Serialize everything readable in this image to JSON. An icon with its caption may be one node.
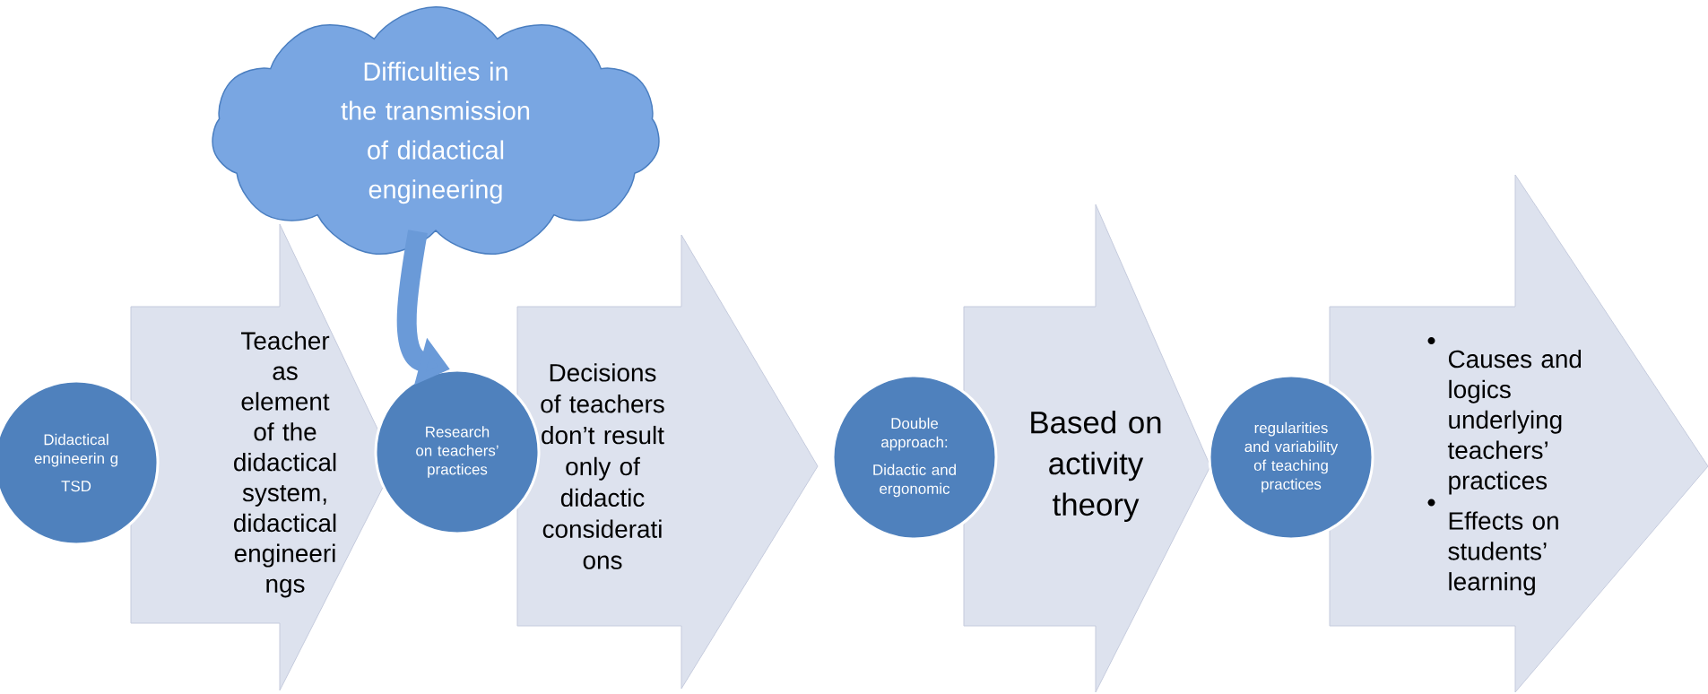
{
  "diagram": {
    "nodes": [
      {
        "text": [
          "Difficulties in the transmission of didactical engineering"
        ]
      },
      {
        "text": [
          "Didactical engineerin g",
          "TSD"
        ]
      },
      {
        "text": [
          "Teacher as element of the didactical system, didactical engineeri ngs"
        ]
      },
      {
        "text": [
          "Research on teachers’ practices"
        ]
      },
      {
        "text": [
          "Decisions of teachers don’t result only of didactic considerati ons"
        ]
      },
      {
        "text": [
          "Double approach:",
          "Didactic and ergonomic"
        ]
      },
      {
        "text": [
          "Based on activity theory"
        ]
      },
      {
        "text": [
          "regularities and variability of teaching practices"
        ]
      },
      {
        "text": [
          "Causes and logics underlying teachers’ practices",
          "Effects on students’ learning"
        ]
      }
    ],
    "edges": [
      {
        "from": 0,
        "to": 3,
        "arrow": "to"
      }
    ]
  }
}
